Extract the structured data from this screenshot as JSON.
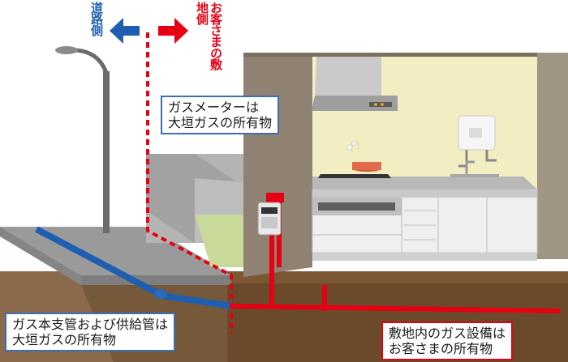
{
  "labels": {
    "road_side": "道路側",
    "customer_side": "お客さまの敷地側",
    "meter_callout": [
      "ガスメーターは",
      "大垣ガスの所有物"
    ],
    "main_pipe_callout": [
      "ガス本支管および供給管は",
      "大垣ガスの所有物"
    ],
    "customer_equipment_callout": [
      "敷地内のガス設備は",
      "お客さまの所有物"
    ]
  },
  "colors": {
    "road_arrow": "#1f5fb0",
    "customer_arrow": "#e60012",
    "boundary_line": "#e60012",
    "customer_pipe": "#e60012",
    "main_pipe": "#1f5fb0",
    "callout_blue_border": "#3b6fb3",
    "callout_red_border": "#e60012"
  },
  "icons": [
    "left-arrow-icon",
    "right-arrow-icon",
    "street-lamp-icon",
    "gas-meter-icon",
    "water-heater-icon",
    "pot-icon",
    "range-hood-icon"
  ]
}
